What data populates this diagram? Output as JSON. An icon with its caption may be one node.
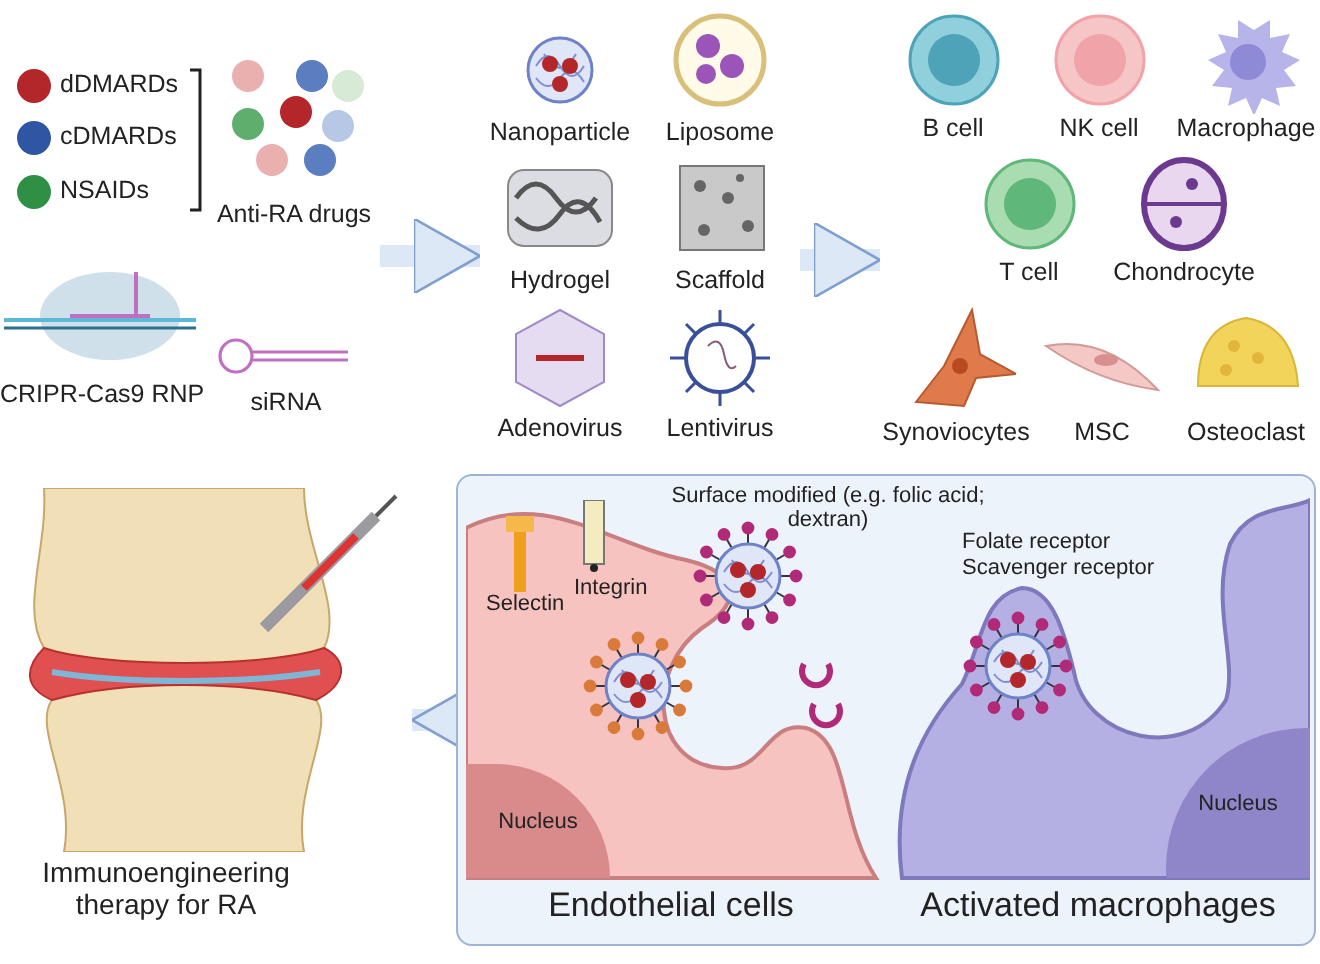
{
  "diagram": {
    "nodes": [
      {
        "text": [],
        "shape": "picture"
      },
      {
        "text": [
          "dDMARDs"
        ],
        "in": 0
      },
      {
        "text": [
          "cDMARDs"
        ],
        "in": 0
      },
      {
        "text": [
          "NSAIDs"
        ],
        "in": 0
      },
      {
        "text": [
          "Anti-RA drugs"
        ],
        "in": 0
      },
      {
        "text": [
          "CRIPR-Cas9 RNP"
        ],
        "in": 0
      },
      {
        "text": [
          "siRNA"
        ],
        "in": 0
      },
      {
        "text": [],
        "shape": "picture"
      },
      {
        "text": [
          "Nanoparticle"
        ],
        "in": 7
      },
      {
        "text": [
          "Liposome"
        ],
        "in": 7
      },
      {
        "text": [
          "Hydrogel"
        ],
        "in": 7
      },
      {
        "text": [
          "Scaffold"
        ],
        "in": 7
      },
      {
        "text": [
          "Adenovirus"
        ],
        "in": 7
      },
      {
        "text": [
          "Lentivirus"
        ],
        "in": 7
      },
      {
        "text": [],
        "shape": "picture"
      },
      {
        "text": [
          "B cell"
        ],
        "in": 14
      },
      {
        "text": [
          "NK cell"
        ],
        "in": 14
      },
      {
        "text": [
          "Macrophage"
        ],
        "in": 14
      },
      {
        "text": [
          "T cell"
        ],
        "in": 14
      },
      {
        "text": [
          "Chondrocyte"
        ],
        "in": 14
      },
      {
        "text": [
          "Synoviocytes"
        ],
        "in": 14
      },
      {
        "text": [
          "MSC"
        ],
        "in": 14
      },
      {
        "text": [
          "Osteoclast"
        ],
        "in": 14
      },
      {
        "text": [],
        "shape": "box"
      },
      {
        "text": [
          "Endothelial cells"
        ],
        "in": 23
      },
      {
        "text": [
          "Nucleus"
        ],
        "in": 24
      },
      {
        "text": [
          "Activated macrophages"
        ],
        "in": 23
      },
      {
        "text": [
          "Nucleus"
        ],
        "in": 26
      },
      {
        "text": [
          "Immunoengineering therapy for RA"
        ]
      }
    ],
    "edges": [
      {
        "from": 0,
        "to": 7,
        "arrow": "to"
      },
      {
        "from": 7,
        "to": 14,
        "arrow": "to"
      },
      {
        "from": 23,
        "to": 28,
        "arrow": "to"
      }
    ],
    "labels": [
      "Surface modified (e.g. folic acid; dextran)",
      "Selectin",
      "Integrin",
      "Folate receptor",
      "Scavenger receptor"
    ]
  }
}
